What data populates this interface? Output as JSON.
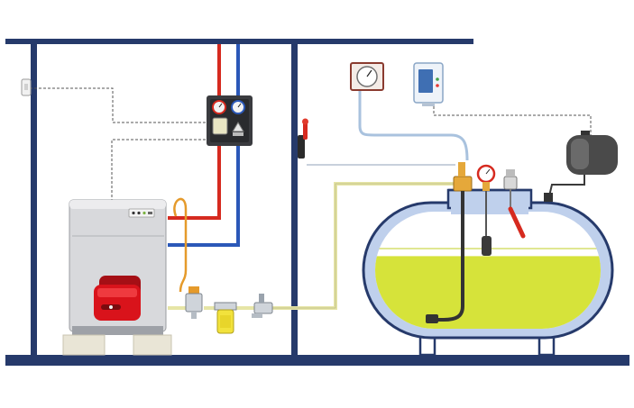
{
  "diagram": {
    "colors": {
      "frame": "#263a6b",
      "hot_pipe": "#d62a1f",
      "cold_pipe": "#2b58b8",
      "fuel_line": "#e8e7b0",
      "fuel_fill": "#d6e33a",
      "boiler_body": "#d9dadc",
      "burner": "#d9131b",
      "tank_shell": "#bfd0ec",
      "tank_outline": "#263a6b",
      "control_wire": "#555555",
      "filter": "#f2e23c"
    },
    "components": [
      {
        "id": "heating-boiler",
        "icon": "boiler-icon"
      },
      {
        "id": "oil-burner",
        "icon": "burner-icon"
      },
      {
        "id": "pump-group",
        "icon": "pump-group-icon"
      },
      {
        "id": "room-thermostat",
        "icon": "thermostat-icon"
      },
      {
        "id": "emergency-switch",
        "icon": "switch-icon"
      },
      {
        "id": "oil-filter",
        "icon": "filter-icon"
      },
      {
        "id": "shut-off-valve",
        "icon": "valve-icon"
      },
      {
        "id": "level-gauge",
        "icon": "gauge-icon"
      },
      {
        "id": "leak-detector",
        "icon": "leak-detector-icon"
      },
      {
        "id": "expansion-vessel",
        "icon": "pressure-vessel-icon"
      },
      {
        "id": "oil-storage-tank",
        "icon": "tank-icon"
      },
      {
        "id": "tank-manhole-fittings",
        "icon": "fittings-icon"
      }
    ],
    "fuel_level_fraction": 0.62
  }
}
